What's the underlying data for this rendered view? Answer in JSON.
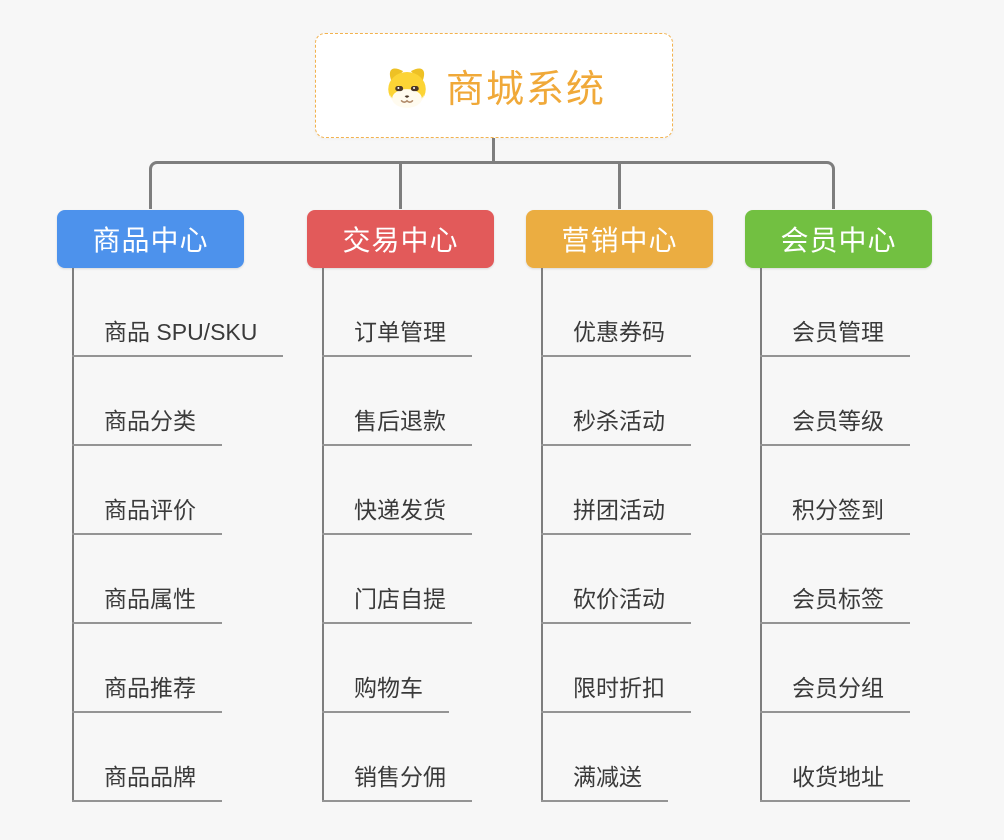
{
  "root": {
    "title": "商城系统",
    "icon": "dog-face-icon"
  },
  "branches": [
    {
      "label": "商品中心",
      "color": "#4d92ec",
      "children": [
        "商品 SPU/SKU",
        "商品分类",
        "商品评价",
        "商品属性",
        "商品推荐",
        "商品品牌"
      ]
    },
    {
      "label": "交易中心",
      "color": "#e25a5a",
      "children": [
        "订单管理",
        "售后退款",
        "快递发货",
        "门店自提",
        "购物车",
        "销售分佣"
      ]
    },
    {
      "label": "营销中心",
      "color": "#ebad41",
      "children": [
        "优惠券码",
        "秒杀活动",
        "拼团活动",
        "砍价活动",
        "限时折扣",
        "满减送"
      ]
    },
    {
      "label": "会员中心",
      "color": "#72c041",
      "children": [
        "会员管理",
        "会员等级",
        "积分签到",
        "会员标签",
        "会员分组",
        "收货地址"
      ]
    }
  ],
  "colors": {
    "background": "#f7f7f7",
    "root_border": "#f2b24e",
    "root_title": "#f0a939",
    "connector": "#7e7e7e",
    "item_underline": "#949494",
    "item_text": "#3a3a3a"
  }
}
